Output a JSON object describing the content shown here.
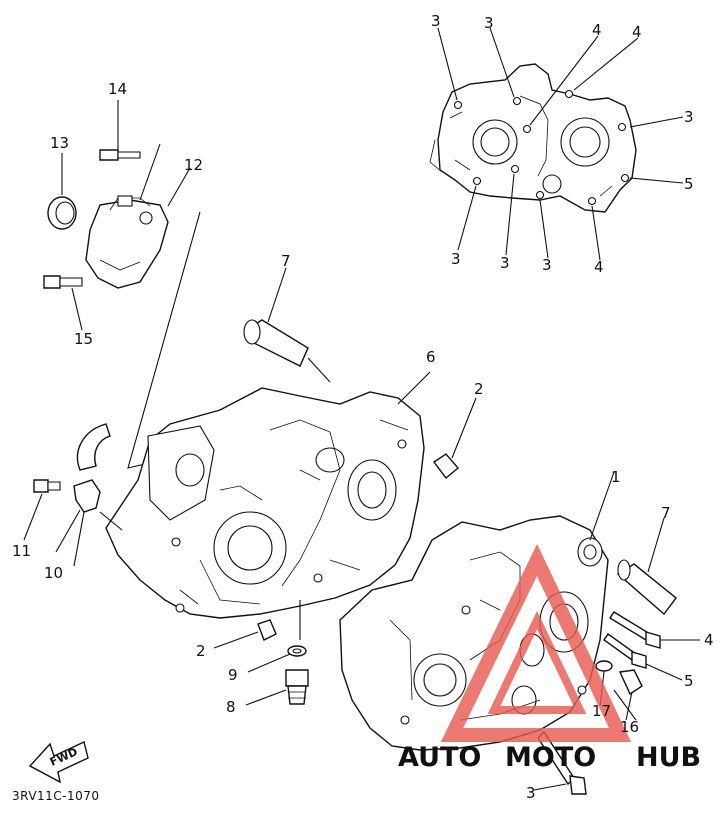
{
  "diagram": {
    "labels": [
      {
        "id": "top-3a",
        "text": "3"
      },
      {
        "id": "top-3b",
        "text": "3"
      },
      {
        "id": "top-4a",
        "text": "4"
      },
      {
        "id": "top-4b",
        "text": "4"
      },
      {
        "id": "top-3c",
        "text": "3"
      },
      {
        "id": "top-5",
        "text": "5"
      },
      {
        "id": "top-3d",
        "text": "3"
      },
      {
        "id": "top-3e",
        "text": "3"
      },
      {
        "id": "top-3f",
        "text": "3"
      },
      {
        "id": "top-4c",
        "text": "4"
      },
      {
        "id": "p14",
        "text": "14"
      },
      {
        "id": "p13",
        "text": "13"
      },
      {
        "id": "p12",
        "text": "12"
      },
      {
        "id": "p15",
        "text": "15"
      },
      {
        "id": "p7a",
        "text": "7"
      },
      {
        "id": "p6",
        "text": "6"
      },
      {
        "id": "p2a",
        "text": "2"
      },
      {
        "id": "p11",
        "text": "11"
      },
      {
        "id": "p10",
        "text": "10"
      },
      {
        "id": "p1",
        "text": "1"
      },
      {
        "id": "p7b",
        "text": "7"
      },
      {
        "id": "p4",
        "text": "4"
      },
      {
        "id": "p5",
        "text": "5"
      },
      {
        "id": "p2b",
        "text": "2"
      },
      {
        "id": "p9",
        "text": "9"
      },
      {
        "id": "p8",
        "text": "8"
      },
      {
        "id": "p17",
        "text": "17"
      },
      {
        "id": "p16",
        "text": "16"
      },
      {
        "id": "p3",
        "text": "3"
      }
    ],
    "fwd_label": "FWD",
    "drawing_code": "3RV11C-1070"
  },
  "watermark": {
    "part1": "AUTO",
    "part2": "MOTO",
    "part3": "HUB",
    "color_1": "#f5c06a",
    "color_2": "#f08070",
    "color_3": "#555555",
    "logo_color": "#e85a4f"
  }
}
